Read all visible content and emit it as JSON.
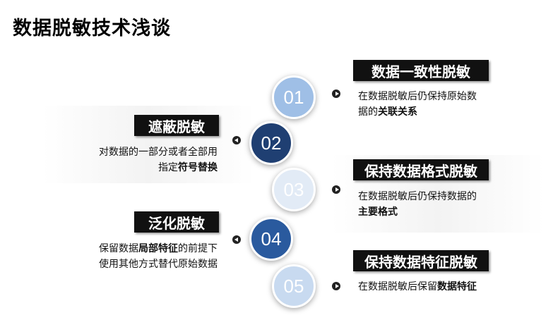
{
  "title": "数据脱敏技术浅谈",
  "colors": {
    "circle_01": "#9fbfe6",
    "circle_02": "#1f3f72",
    "circle_03": "#e2ebf6",
    "circle_04": "#2a5a9e",
    "circle_05": "#c8daf0",
    "label_bg": "#111111"
  },
  "steps": [
    {
      "num": "01",
      "label": "数据一致性脱敏",
      "desc_lines": [
        [
          "在数据脱敏后仍保持原始数"
        ],
        [
          "据的",
          "关联关系"
        ]
      ]
    },
    {
      "num": "02",
      "label": "遮蔽脱敏",
      "desc_lines": [
        [
          "对数据的一部分或者全部用"
        ],
        [
          "指定",
          "符号替换"
        ]
      ]
    },
    {
      "num": "03",
      "label": "保持数据格式脱敏",
      "desc_lines": [
        [
          "在数据脱敏后仍保持数据的"
        ],
        [
          "",
          "主要格式"
        ]
      ]
    },
    {
      "num": "04",
      "label": "泛化脱敏",
      "desc_lines": [
        [
          "保留数据",
          "局部特征",
          "的前提下"
        ],
        [
          "使用其他方式替代原始数据"
        ]
      ]
    },
    {
      "num": "05",
      "label": "保持数据特征脱敏",
      "desc_lines": [
        [
          "在数据脱敏后保留",
          "数据特征"
        ]
      ]
    }
  ]
}
